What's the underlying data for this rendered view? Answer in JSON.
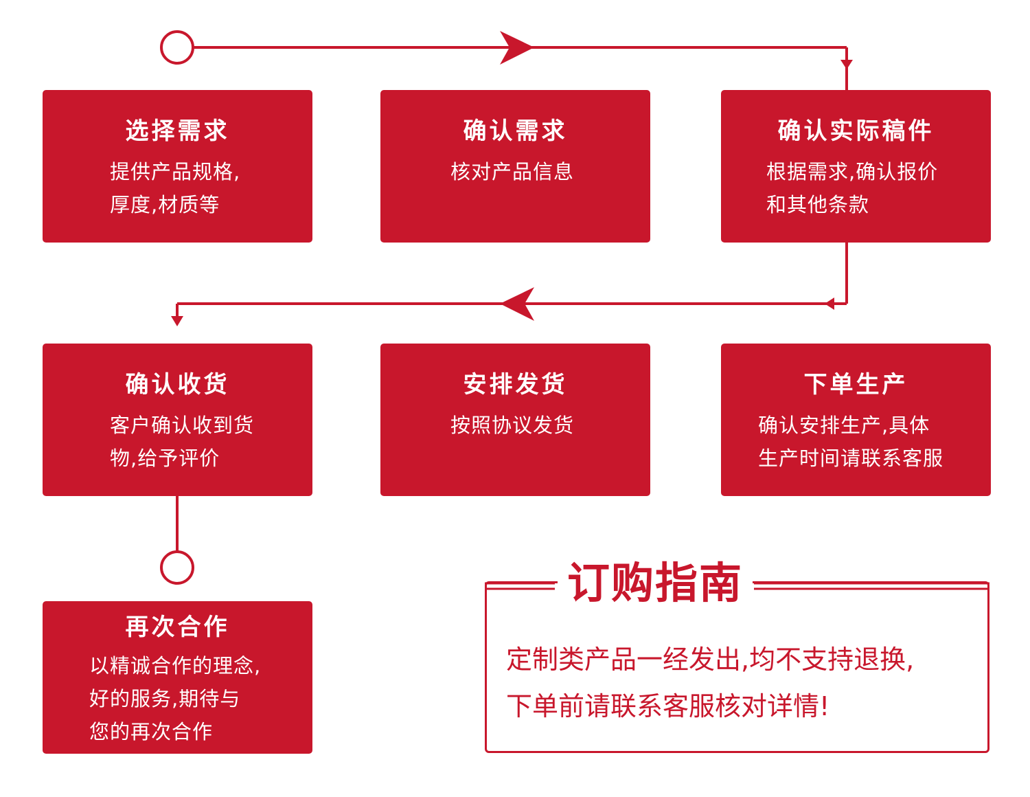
{
  "colors": {
    "accent": "#c8172c",
    "background": "#ffffff",
    "box_text": "#ffffff"
  },
  "steps": [
    {
      "title": "选择需求",
      "lines": [
        "提供产品规格,",
        "厚度,材质等"
      ]
    },
    {
      "title": "确认需求",
      "lines": [
        "核对产品信息"
      ]
    },
    {
      "title": "确认实际稿件",
      "lines": [
        "根据需求,确认报价",
        "和其他条款"
      ]
    },
    {
      "title": "确认收货",
      "lines": [
        "客户确认收到货",
        "物,给予评价"
      ]
    },
    {
      "title": "安排发货",
      "lines": [
        "按照协议发货"
      ]
    },
    {
      "title": "下单生产",
      "lines": [
        "确认安排生产,具体",
        "生产时间请联系客服"
      ]
    },
    {
      "title": "再次合作",
      "lines": [
        "以精诚合作的理念,",
        "好的服务,期待与",
        "您的再次合作"
      ]
    }
  ],
  "guide": {
    "title": "订购指南",
    "lines": [
      "定制类产品一经发出,均不支持退换,",
      "下单前请联系客服核对详情!"
    ]
  }
}
